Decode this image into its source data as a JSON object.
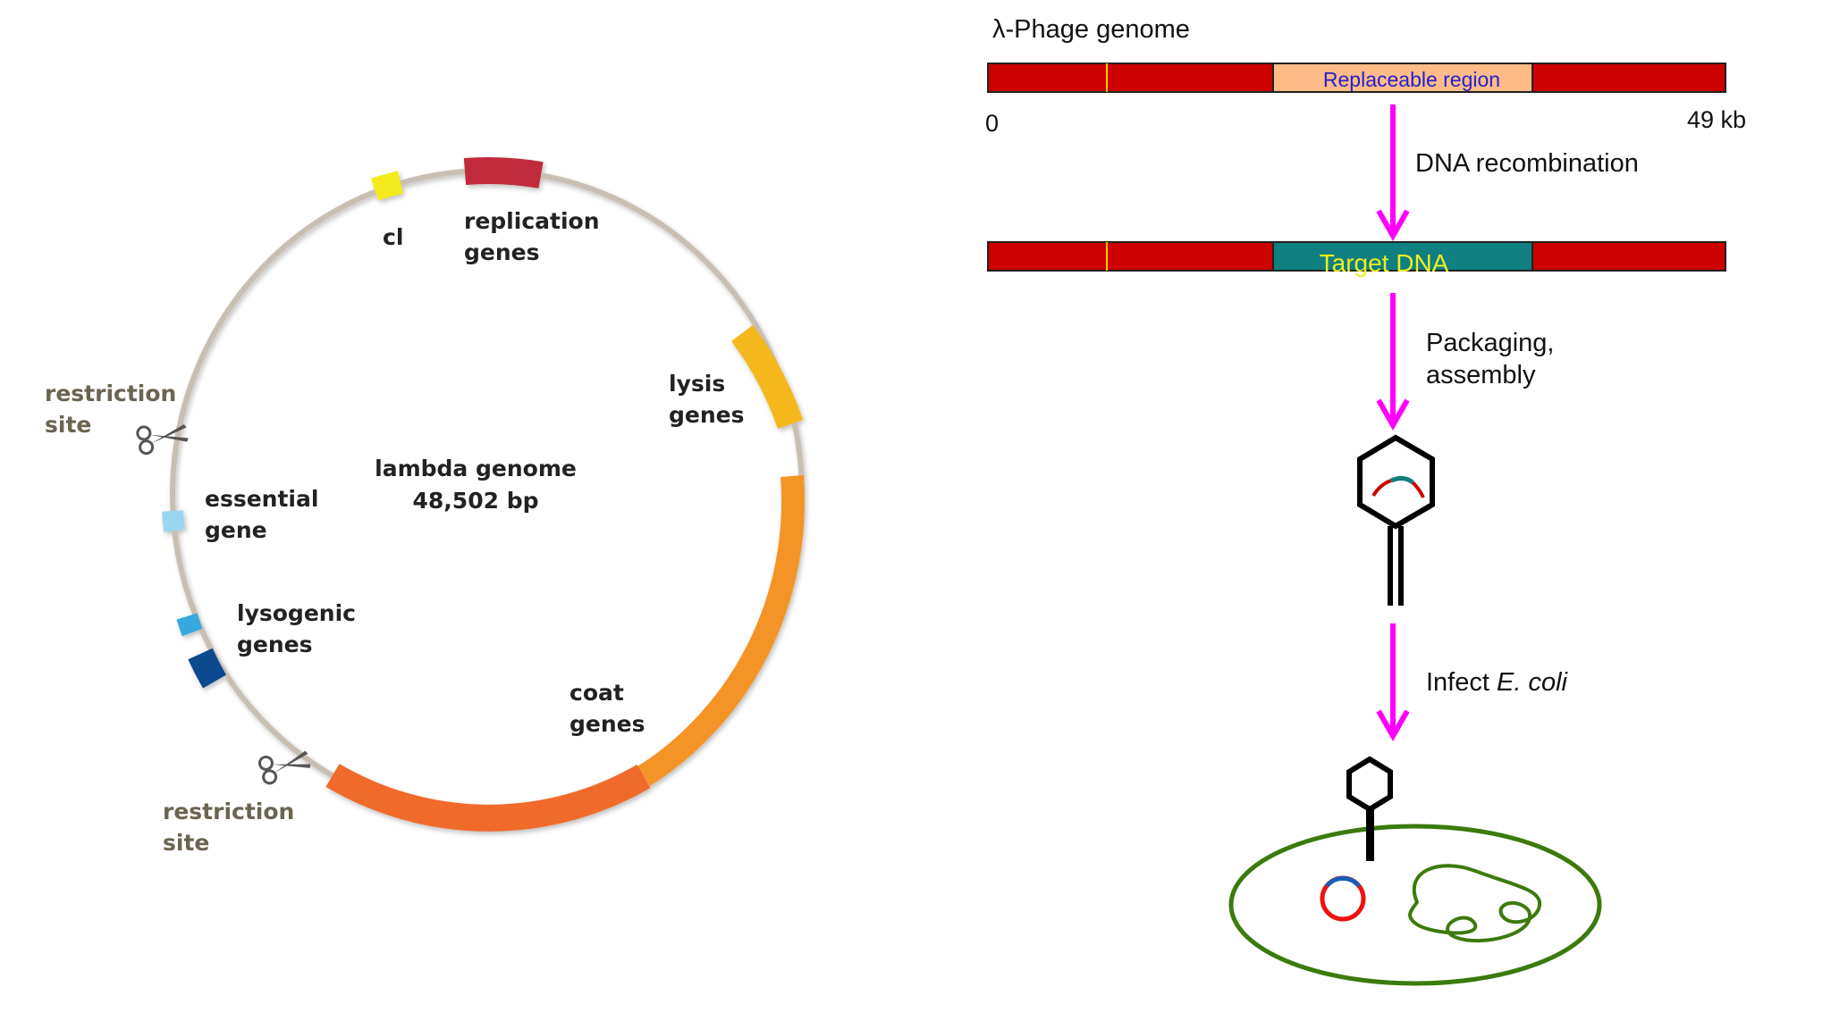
{
  "lambda_map": {
    "center_title_line1": "lambda genome",
    "center_title_line2": "48,502 bp",
    "labels": {
      "cl": "cl",
      "replication_1": "replication",
      "replication_2": "genes",
      "lysis_1": "lysis",
      "lysis_2": "genes",
      "essential_1": "essential",
      "essential_2": "gene",
      "lysogenic_1": "lysogenic",
      "lysogenic_2": "genes",
      "coat_1": "coat",
      "coat_2": "genes",
      "restriction_top_1": "restriction",
      "restriction_top_2": "site",
      "restriction_bottom_1": "restriction",
      "restriction_bottom_2": "site"
    },
    "colors": {
      "ring": "#c8beb2",
      "cl": "#f2ea1c",
      "replication": "#c12b3a",
      "lysis": "#f4b81e",
      "coat_upper": "#f49428",
      "coat_lower": "#f06a2a",
      "essential": "#9bd6f0",
      "lysogenic_light": "#39a9e0",
      "lysogenic_dark": "#0d4a8f"
    }
  },
  "workflow": {
    "genome_title": "λ-Phage genome",
    "bar1_label": "Replaceable region",
    "bar2_label": "Target DNA",
    "scale_start": "0",
    "scale_end": "49 kb",
    "step1": "DNA recombination",
    "step2_line1": "Packaging,",
    "step2_line2": "assembly",
    "step3_prefix": "Infect ",
    "step3_italic": "E. coli",
    "colors": {
      "bar": "#cc0000",
      "replaceable": "#ffbb88",
      "replaceable_text": "#2222cc",
      "target": "#0f7f7f",
      "target_text": "#eeee22",
      "arrow": "#ff00ff",
      "cell": "#3c7a0c"
    }
  }
}
